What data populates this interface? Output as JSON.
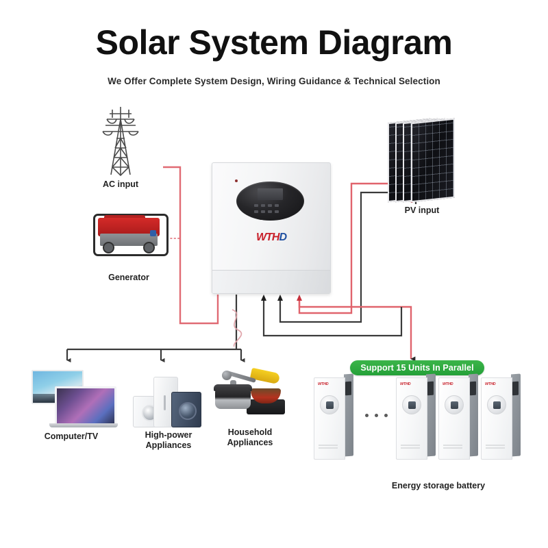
{
  "header": {
    "title": "Solar System Diagram",
    "subtitle": "We Offer Complete System Design, Wiring Guidance & Technical Selection"
  },
  "nodes": {
    "ac_input": {
      "label": "AC input",
      "icon": "transmission-tower-icon"
    },
    "generator": {
      "label": "Generator",
      "icon": "generator-icon"
    },
    "inverter": {
      "logo_primary": "WTH",
      "logo_accent": "D",
      "icon": "hybrid-inverter-icon"
    },
    "pv_input": {
      "label": "PV input",
      "icon": "solar-panel-icon",
      "panel_count": 4
    },
    "battery": {
      "label": "Energy storage battery",
      "icon": "battery-module-icon",
      "unit_count": 4
    }
  },
  "badge": {
    "text": "Support 15 Units In Parallel"
  },
  "loads": [
    {
      "label": "Computer/TV",
      "icon": "computer-tv-icon"
    },
    {
      "label": "High-power\nAppliances",
      "line1": "High-power",
      "line2": "Appliances",
      "icon": "high-power-appliances-icon"
    },
    {
      "label": "Household\nAppliances",
      "line1": "Household",
      "line2": "Appliances",
      "icon": "household-appliances-icon"
    }
  ],
  "colors": {
    "wire_ac_red": "#e06a73",
    "wire_dc_red": "#e0636c",
    "wire_black": "#3a3a3a",
    "badge_green": "#2fa93e",
    "title_black": "#111111",
    "logo_red": "#c8202a",
    "logo_blue": "#1f4fa0"
  }
}
